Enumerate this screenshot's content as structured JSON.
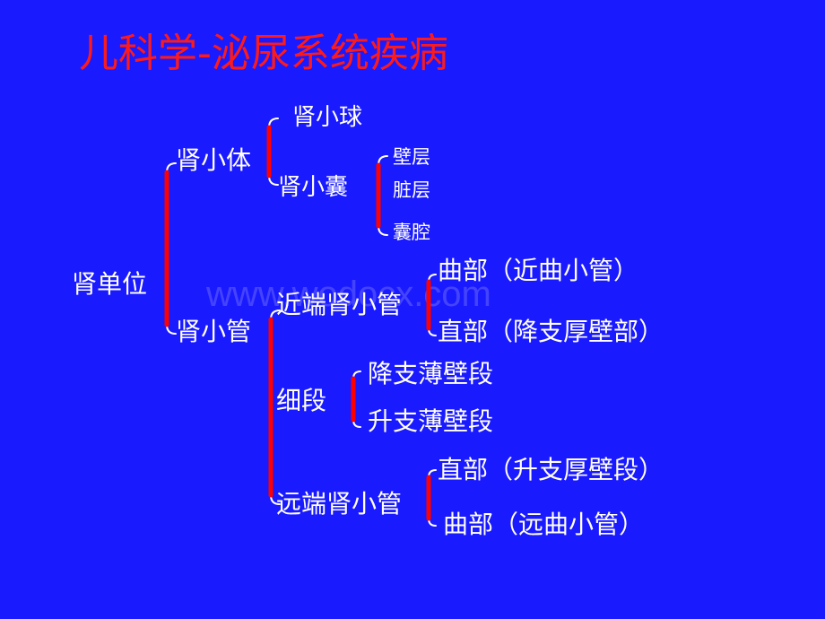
{
  "title": "儿科学-泌尿系统疾病",
  "watermark": "www.wodocx.com",
  "colors": {
    "background": "#1a1aff",
    "title": "#ff1a1a",
    "text": "#ffffff",
    "bracket_red": "#ff0000"
  },
  "nodes": {
    "root": "肾单位",
    "renal_corpuscle": "肾小体",
    "glomerulus": "肾小球",
    "capsule": "肾小囊",
    "parietal_layer": "壁层",
    "visceral_layer": "脏层",
    "capsular_cavity": "囊腔",
    "renal_tubule": "肾小管",
    "proximal_tubule": "近端肾小管",
    "proximal_curved": "曲部（近曲小管）",
    "proximal_straight": "直部（降支厚壁部）",
    "thin_segment": "细段",
    "thin_descending": "降支薄壁段",
    "thin_ascending": "升支薄壁段",
    "distal_tubule": "远端肾小管",
    "distal_straight": "直部（升支厚壁段）",
    "distal_curved": "曲部（远曲小管）"
  }
}
